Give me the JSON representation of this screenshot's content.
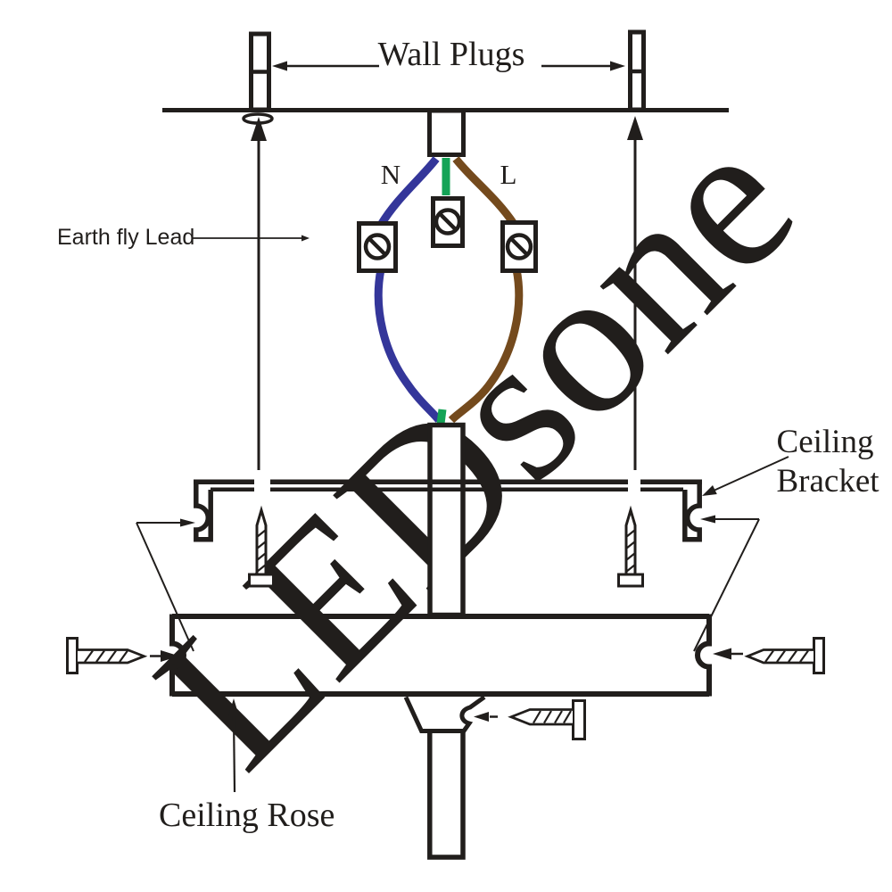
{
  "watermark": {
    "text": "LEDsone",
    "color": "#f0f0f0"
  },
  "colors": {
    "ink": "#211e1c",
    "neutral_wire": "#34369a",
    "earth_wire": "#14a356",
    "live_wire": "#744a1d"
  },
  "labels": {
    "wall_plugs": "Wall Plugs",
    "earth_fly_lead": "Earth fly Lead",
    "neutral": "N",
    "live": "L",
    "ceiling_bracket_line1": "Ceiling",
    "ceiling_bracket_line2": "Bracket",
    "ceiling_rose": "Ceiling Rose"
  }
}
